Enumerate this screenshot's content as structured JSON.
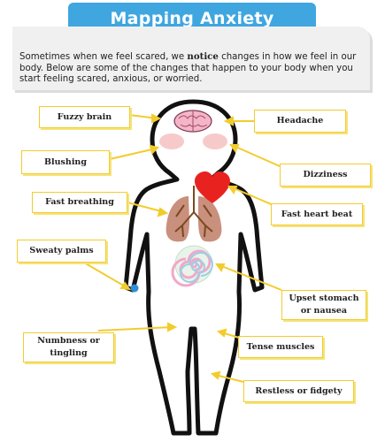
{
  "title": "Mapping Anxiety",
  "intro": {
    "part1": "Sometimes when we feel scared, we ",
    "emphasis": "notice",
    "part2": " changes in how we feel in our body. Below are some of the changes that happen to your body when you start feeling scared, anxious, or worried."
  },
  "labels": {
    "fuzzy_brain": "Fuzzy brain",
    "headache": "Headache",
    "blushing": "Blushing",
    "dizziness": "Dizziness",
    "fast_breathing": "Fast breathing",
    "fast_heart_beat": "Fast heart beat",
    "sweaty_palms": "Sweaty palms",
    "upset_stomach_line1": "Upset stomach",
    "upset_stomach_line2": "or nausea",
    "numbness_line1": "Numbness or",
    "numbness_line2": "tingling",
    "tense_muscles": "Tense muscles",
    "restless": "Restless or fidgety"
  },
  "colors": {
    "title_banner": "#3fa6e0",
    "label_border": "#f2cc2e",
    "arrow": "#f2cc2e",
    "heart": "#e8231f",
    "lungs": "#c9907e",
    "bronchi": "#7a4a1e",
    "cheeks": "#f6c1c1",
    "brain": "#f4b6c6"
  },
  "icons": [
    "brain-icon",
    "heart-icon",
    "lungs-icon",
    "stomach-swirl-icon",
    "bracelet-icon"
  ]
}
